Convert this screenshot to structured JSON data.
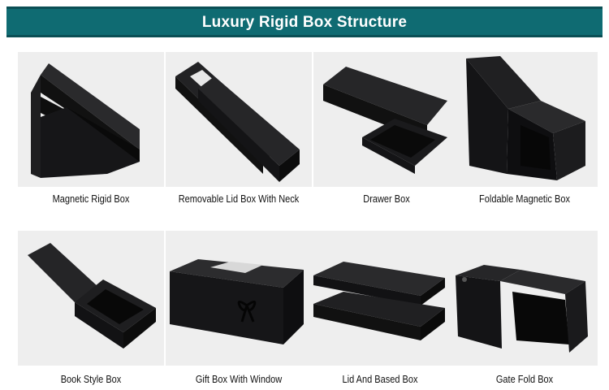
{
  "header": {
    "title": "Luxury Rigid Box Structure"
  },
  "colors": {
    "banner": "#0f6b72",
    "box": "#1c1c1e",
    "tile": "#eeeeee"
  },
  "items": [
    {
      "label": "Magnetic Rigid Box",
      "icon": "magnetic-rigid-box-image"
    },
    {
      "label": "Removable Lid Box With Neck",
      "icon": "lid-box-with-neck-image"
    },
    {
      "label": "Drawer Box",
      "icon": "drawer-box-image"
    },
    {
      "label": "Foldable Magnetic Box",
      "icon": "foldable-magnetic-box-image"
    },
    {
      "label": "Book Style Box",
      "icon": "book-style-box-image"
    },
    {
      "label": "Gift Box With Window",
      "icon": "gift-box-window-image"
    },
    {
      "label": "Lid And Based Box",
      "icon": "lid-and-base-box-image"
    },
    {
      "label": "Gate Fold Box",
      "icon": "gate-fold-box-image"
    }
  ]
}
